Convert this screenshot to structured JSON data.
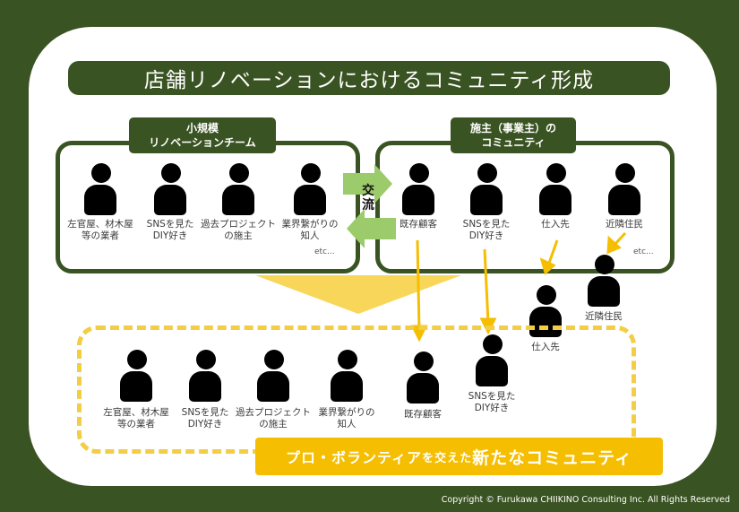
{
  "title": "店舗リノベーションにおけるコミュニティ形成",
  "left_group": {
    "label_line1": "小規模",
    "label_line2": "リノベーションチーム",
    "members": [
      {
        "line1": "左官屋、材木屋",
        "line2": "等の業者"
      },
      {
        "line1": "SNSを見た",
        "line2": "DIY好き"
      },
      {
        "line1": "過去プロジェクト",
        "line2": "の施主"
      },
      {
        "line1": "業界繋がりの",
        "line2": "知人"
      }
    ],
    "etc": "etc..."
  },
  "right_group": {
    "label_line1": "施主（事業主）の",
    "label_line2": "コミュニティ",
    "members": [
      {
        "line1": "既存顧客",
        "line2": ""
      },
      {
        "line1": "SNSを見た",
        "line2": "DIY好き"
      },
      {
        "line1": "仕入先",
        "line2": ""
      },
      {
        "line1": "近隣住民",
        "line2": ""
      }
    ],
    "etc": "etc..."
  },
  "exchange": {
    "line1": "交",
    "line2": "流"
  },
  "outside": [
    {
      "line1": "近隣住民"
    },
    {
      "line1": "仕入先"
    }
  ],
  "new_community": {
    "members": [
      {
        "line1": "左官屋、材木屋",
        "line2": "等の業者"
      },
      {
        "line1": "SNSを見た",
        "line2": "DIY好き"
      },
      {
        "line1": "過去プロジェクト",
        "line2": "の施主"
      },
      {
        "line1": "業界繋がりの",
        "line2": "知人"
      },
      {
        "line1": "既存顧客",
        "line2": ""
      },
      {
        "line1": "SNSを見た",
        "line2": "DIY好き"
      }
    ],
    "banner_part1": "プロ・ボランティア",
    "banner_part2": "を交えた",
    "banner_part3": "新たなコミュニティ"
  },
  "copyright": "Copyright © Furukawa CHIIKINO Consulting  Inc. All Rights Reserved",
  "colors": {
    "dark_green": "#3a5322",
    "yellow": "#f5be00",
    "light_yellow": "#f2cd45",
    "exchange_green": "#9ccb6b"
  }
}
